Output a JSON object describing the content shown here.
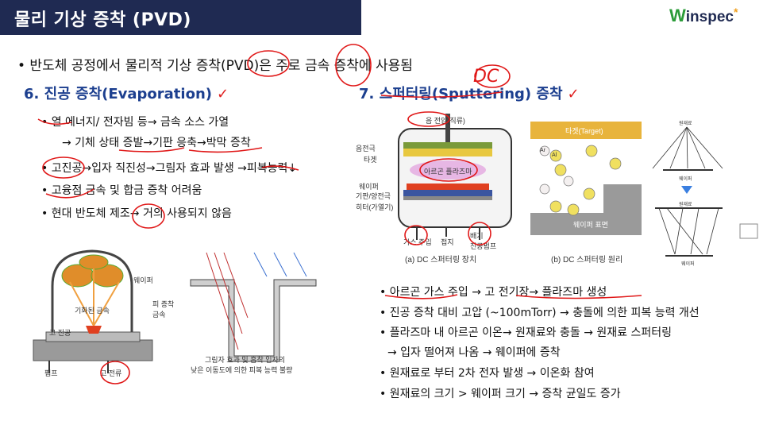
{
  "header": {
    "title": "물리 기상 증착 (PVD)",
    "logo": "Winspec"
  },
  "intro": "• 반도체 공정에서 물리적 기상 증착(PVD)은 주로 금속 증착에 사용됨",
  "section6": {
    "title": "6. 진공 증착(Evaporation)",
    "bullets": [
      "• 열 에너지/ 전자빔 등→ 금속 소스 가열",
      "→ 기체 상태 증발→기판 응축→박막 증착",
      "• 고진공→입자 직진성→그림자 효과 발생 →피복능력↓",
      "• 고융점 금속 및 합금 증착 어려움",
      "• 현대 반도체 제조→ 거의 사용되지 않음"
    ],
    "fig1_labels": {
      "wafer": "웨이퍼",
      "source": "기화된 금속",
      "metal": "피 증착\n금속",
      "vacuum": "고 진공",
      "pump": "펌프",
      "current": "고 전류"
    },
    "fig2_caption_1": "그림자 효과 및 흡착 입자의",
    "fig2_caption_2": "낮은 이동도에 의한 피복 능력 불량"
  },
  "section7": {
    "title": "7. 스퍼터링(Sputtering) 증착",
    "annotation": "DC",
    "bullets": [
      "• 아르곤 가스 주입 → 고 전기장→ 플라즈마 생성",
      "• 진공 증착 대비 고압 (~100mTorr) → 충돌에 의한 피복 능력 개선",
      "• 플라즈마 내 아르곤 이온→ 원재료와 충돌 → 원재료 스퍼터링",
      "→ 입자 떨어져 나옴 → 웨이퍼에 증착",
      "• 원재료로 부터 2차 전자 발생 → 이온화 참여",
      "• 원재료의 크기 > 웨이퍼 크기 → 증착 균일도 증가"
    ],
    "figA": {
      "power": "음 전압(직류)",
      "labels": [
        "음전극",
        "타겟",
        "아르곤 플라즈마",
        "웨이퍼",
        "기판/양전극",
        "히터(가열기)"
      ],
      "bottom": [
        "가스 주입",
        "접지",
        "배기\n진공펌프"
      ],
      "caption": "(a) DC 스퍼터링 장치"
    },
    "figB": {
      "target": "타겟(Target)",
      "ion": "Ar",
      "atom": "Al",
      "surface": "웨이퍼 표면",
      "caption": "(b) DC 스퍼터링 원리"
    },
    "figC": {
      "top": "원재료",
      "wafer": "웨이퍼",
      "top2": "원재료",
      "wafer2": "웨이퍼"
    }
  }
}
